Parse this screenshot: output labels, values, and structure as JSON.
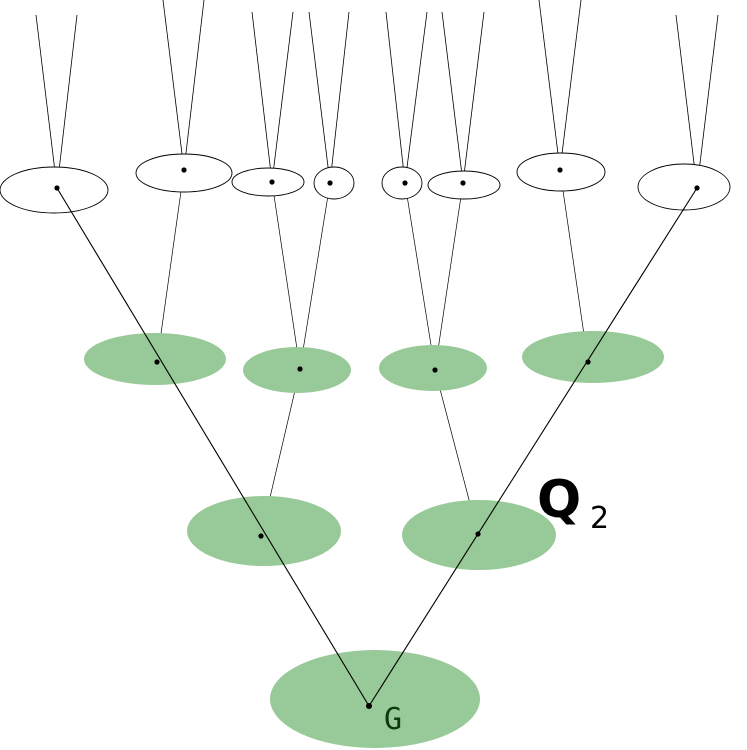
{
  "diagram": {
    "labels": {
      "q_main": "Q",
      "q_subscript": "2",
      "root": "G"
    },
    "colors": {
      "node_fill": "#98c998",
      "node_edge_fill": "#9dcc9d",
      "line": "#000000",
      "root_label": "#0d3a0d"
    }
  }
}
